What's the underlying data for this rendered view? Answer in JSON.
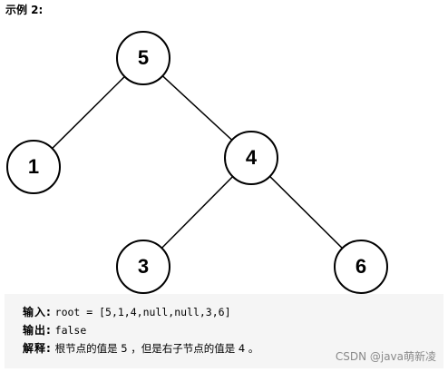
{
  "heading": "示例 2:",
  "tree": {
    "nodes": [
      {
        "id": "n5",
        "label": "5"
      },
      {
        "id": "n1",
        "label": "1"
      },
      {
        "id": "n4",
        "label": "4"
      },
      {
        "id": "n3",
        "label": "3"
      },
      {
        "id": "n6",
        "label": "6"
      }
    ],
    "edges": [
      {
        "from": "n5",
        "to": "n1"
      },
      {
        "from": "n5",
        "to": "n4"
      },
      {
        "from": "n4",
        "to": "n3"
      },
      {
        "from": "n4",
        "to": "n6"
      }
    ]
  },
  "example": {
    "input_label": "输入:",
    "input_value": "root = [5,1,4,null,null,3,6]",
    "output_label": "输出:",
    "output_value": "false",
    "explanation_label": "解释:",
    "explanation_text": "根节点的值是 5 ，但是右子节点的值是 4 。"
  },
  "watermark": "CSDN @java萌新凌"
}
